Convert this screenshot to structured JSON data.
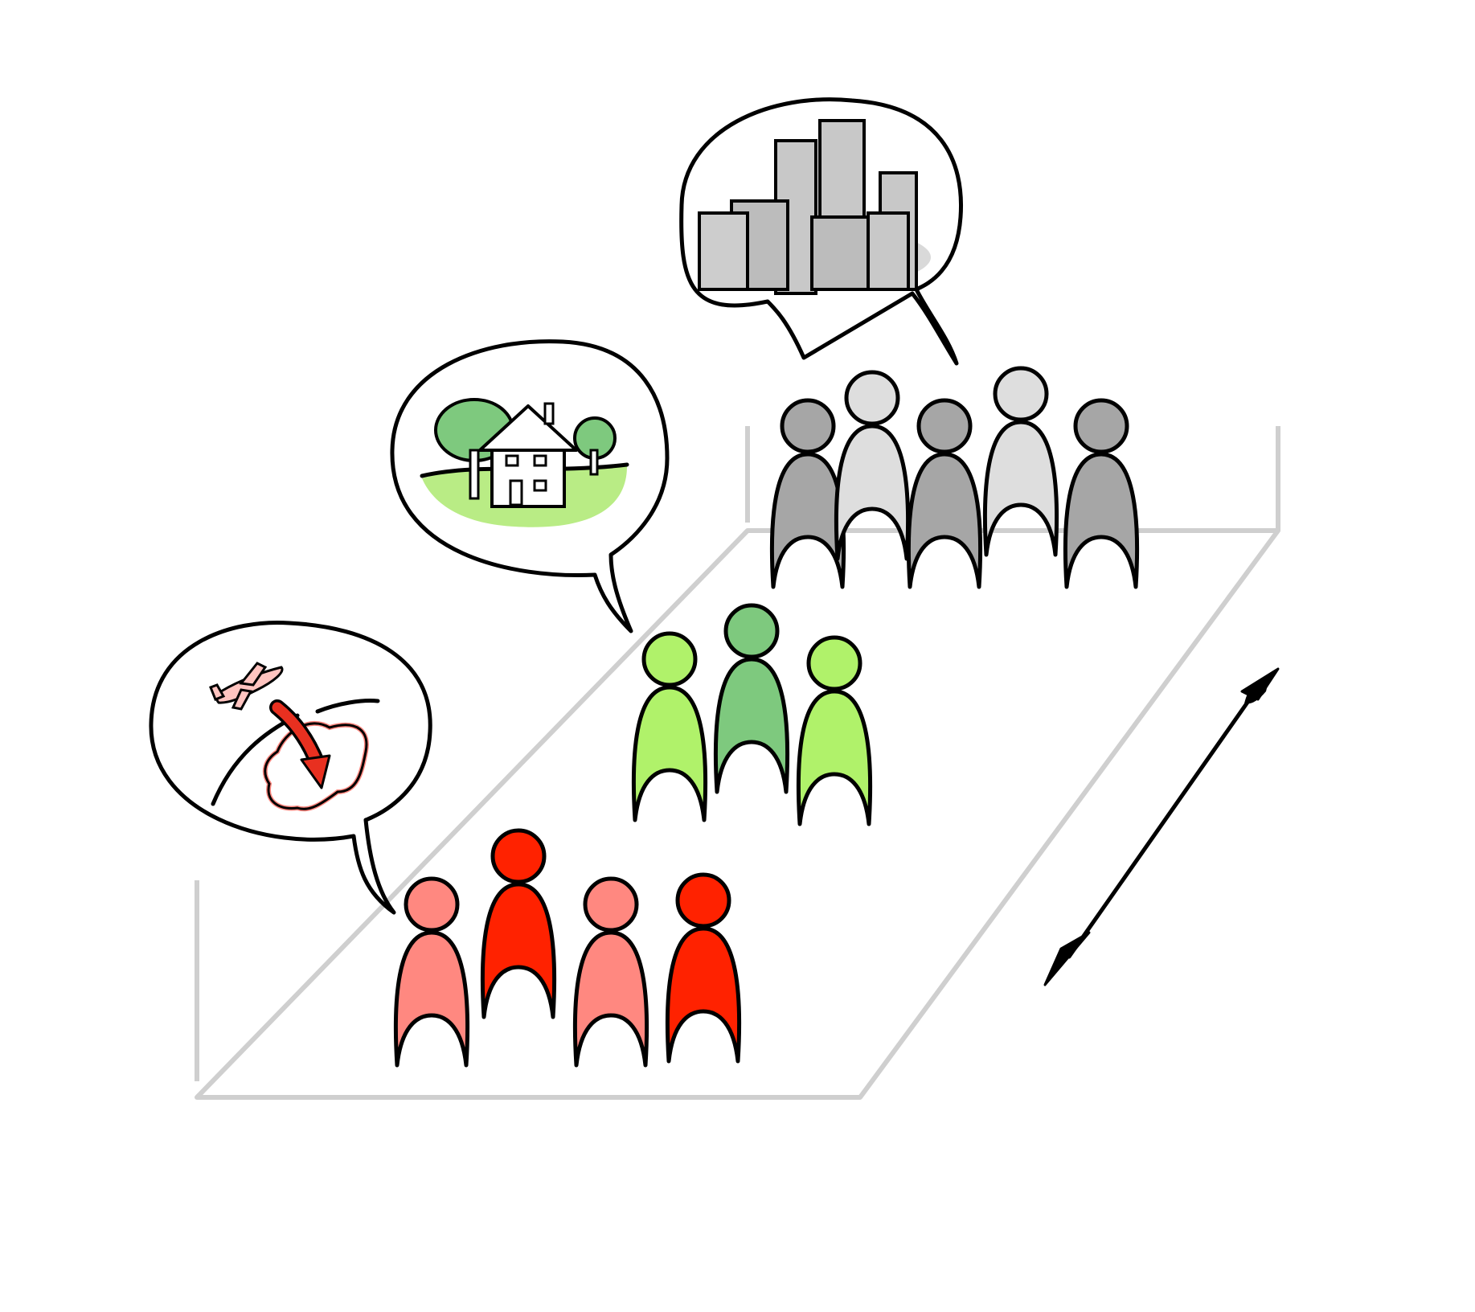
{
  "diagram": {
    "colors": {
      "outline": "#000000",
      "platform": "#cfcfcf",
      "background": "#ffffff"
    },
    "groups": [
      {
        "id": "urban",
        "count": 5,
        "colors": [
          "#a6a6a6",
          "#dedede",
          "#a6a6a6",
          "#dedede",
          "#a6a6a6"
        ],
        "thought": "city-skyline-icon"
      },
      {
        "id": "suburban",
        "count": 3,
        "colors": [
          "#b0f26a",
          "#7ec97e",
          "#b0f26a"
        ],
        "thought": "house-with-trees-icon"
      },
      {
        "id": "migrant",
        "count": 4,
        "colors": [
          "#ff8880",
          "#ff2200",
          "#ff8880",
          "#ff2200"
        ],
        "thought": "airplane-migration-map-icon"
      }
    ],
    "arrow": "double-headed-arrow-icon"
  }
}
